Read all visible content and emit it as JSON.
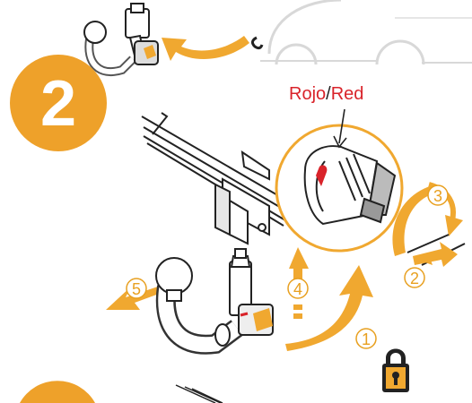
{
  "step_badge": {
    "number": "2"
  },
  "color_label": {
    "part1": "Rojo",
    "slash": "/",
    "part2": "Red"
  },
  "step_numbers": [
    "1",
    "2",
    "3",
    "4",
    "5"
  ],
  "colors": {
    "orange": "#f0a830",
    "badge": "#eea12a",
    "red_text": "#d9232a",
    "line": "#222222"
  },
  "icons": [
    "car-outline-icon",
    "towbar-icon",
    "padlock-icon",
    "rotation-arrow-icon"
  ]
}
